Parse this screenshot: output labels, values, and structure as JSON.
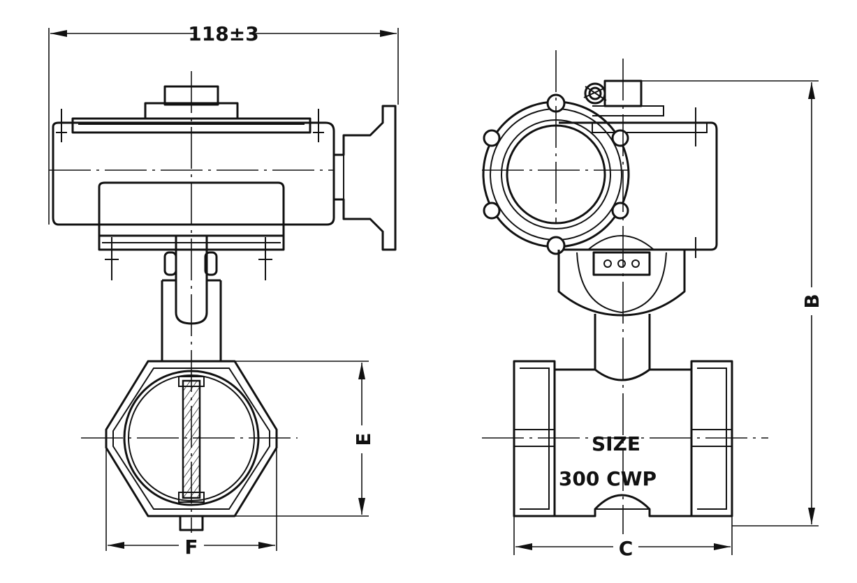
{
  "dimensions": {
    "top_width": "118±3",
    "height": "B",
    "body_height": "E",
    "flange_width": "F",
    "end_width": "C"
  },
  "body_text": {
    "line1": "SIZE",
    "line2": "300 CWP"
  }
}
